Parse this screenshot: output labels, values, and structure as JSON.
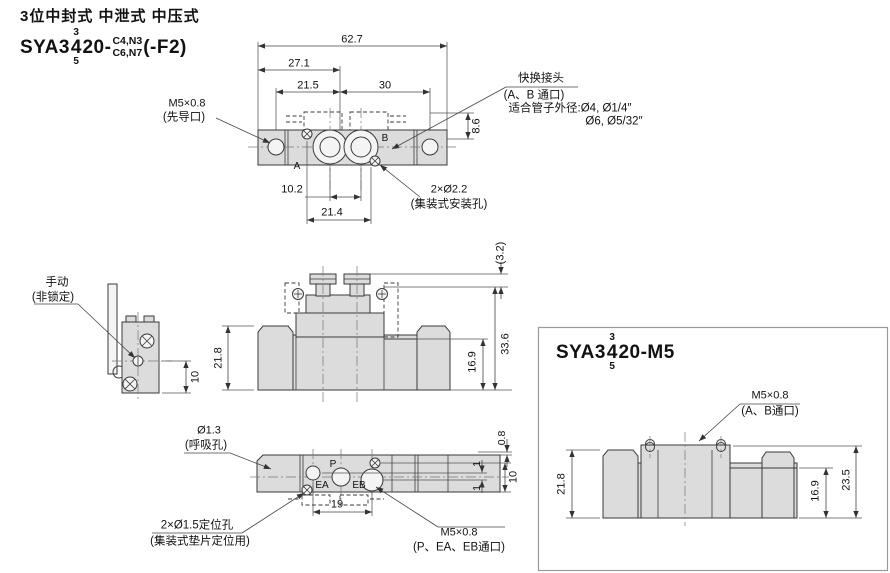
{
  "header": {
    "title": "3位中封式 中泄式 中压式",
    "model": {
      "prefix": "SYA3",
      "stack_top": "3",
      "stack_mid": "4",
      "stack_bottom": "5",
      "mid": "20-",
      "opt_top": "C4,N3",
      "opt_bottom": "C6,N7",
      "tail": "(-F2)"
    }
  },
  "top_view": {
    "dim_overall": "62.7",
    "dim_left_center": "27.1",
    "dim_left_span": "21.5",
    "dim_right_span": "30",
    "dim_height": "8.6",
    "dim_pitch_small": "10.2",
    "dim_pitch": "21.4",
    "pilot_port": "M5×0.8",
    "pilot_port_note": "(先导口)",
    "fitting_title": "快换接头",
    "fitting_note": "(A、B 通口)",
    "fitting_line1": "适合管子外径:Ø4, Ø1/4″",
    "fitting_line2": "Ø6, Ø5/32″",
    "mount": "2×Ø2.2",
    "mount_note": "(集装式安装孔)",
    "port_a": "A",
    "port_b": "B"
  },
  "side_view": {
    "manual": "手动",
    "manual_note": "(非锁定)",
    "dim_manual": "10"
  },
  "front_view": {
    "dim_body": "21.8",
    "dim_overall": "33.6",
    "dim_sub": "16.9",
    "dim_top": "(3.2)"
  },
  "bottom_view": {
    "breath": "Ø1.3",
    "breath_note": "(呼吸孔)",
    "port_p": "P",
    "port_ea": "EA",
    "port_eb": "EB",
    "dim_offset": "0.8",
    "dim_1a": "1",
    "dim_1b": "1",
    "dim_height": "10",
    "dim_port_pitch": "19",
    "locate": "2×Ø1.5定位孔",
    "locate_note": "(集装式垫片定位用)",
    "ports": "M5×0.8",
    "ports_note": "(P、EA、EB通口)"
  },
  "m5_panel": {
    "model": {
      "prefix": "SYA3",
      "stack_top": "3",
      "stack_mid": "4",
      "stack_bottom": "5",
      "tail": "20-M5"
    },
    "port": "M5×0.8",
    "port_note": "(A、B通口)",
    "dim_body": "21.8",
    "dim_sub": "16.9",
    "dim_overall": "23.5"
  }
}
